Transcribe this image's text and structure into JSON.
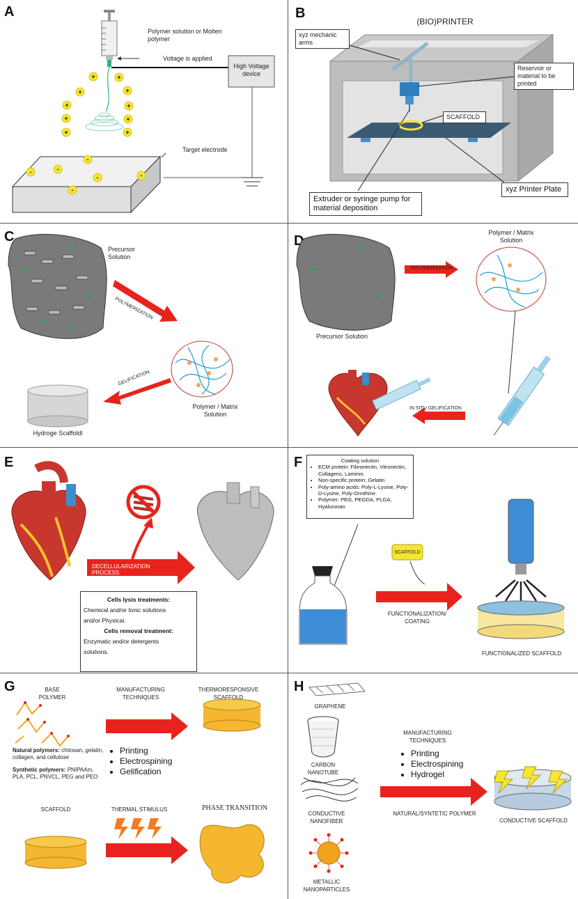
{
  "panels": {
    "a": {
      "label": "A",
      "syringe_label": "Polymer solution or Molten polymer",
      "voltage_label": "Voltage is applied",
      "hv_device": "High Voltage device",
      "target_label": "Target electrode",
      "plus": "+",
      "minus": "-"
    },
    "b": {
      "label": "B",
      "title": "(BIO)PRINTER",
      "arms_label": "xyz mechanic arms",
      "reservoir_label": "Reservoir or material to be printed",
      "scaffold_label": "SCAFFOLD",
      "extruder_label": "Extruder or syringe pump for material deposition",
      "plate_label": "xyz Printer Plate"
    },
    "c": {
      "label": "C",
      "precursor": "Precursor Solution",
      "polymerization": "POLYMERIZATION",
      "gelification": "GELIFICATION",
      "matrix": "Polymer / Matrix Solution",
      "hydrogel": "Hydroge Scaffoldl"
    },
    "d": {
      "label": "D",
      "matrix": "Polymer / Matrix Solution",
      "polymerization": "POLYMERIZATION",
      "precursor": "Precursor Solution",
      "insitu": "IN SITU GELIFICATION"
    },
    "e": {
      "label": "E",
      "process": "DECELLULARIZATION PROCESS",
      "lysis_title": "Cells lysis treatments:",
      "lysis_text1": "Chemical and/or Ionic solutions",
      "lysis_text2": "and/or Physical.",
      "removal_title": "Cells removal treatment:",
      "removal_text1": "Enzymatic and/or detergents",
      "removal_text2": "solutions."
    },
    "f": {
      "label": "F",
      "coating_title": "Coating solution",
      "coating_items": [
        "ECM protein: Fibronectin, Vitronectin, Collagens, Laminin.",
        "Non-specific protein: Gelatin",
        "Poly-amino acids: Poly-L-Lysine, Poly-D-Lysine, Poly-Ornithine.",
        "Polymer: PEG, PEGDA, PLGA, Hyaluronan"
      ],
      "scaffold": "SCAFFOLD",
      "functionalization": "FUNCTIONALIZATION/ COATING",
      "functionalized": "FUNCTIONALIZED SCAFFOLD"
    },
    "g": {
      "label": "G",
      "base_polymer": "BASE POLYMER",
      "manufacturing": "MANUFACTURING TECHNIQUES",
      "thermoresponsive": "THERMORESPONSIVE SCAFFOLD",
      "techniques": [
        "Printing",
        "Electrospining",
        "Gelification"
      ],
      "natural_title": "Natural polymers:",
      "natural_text": "chitosan, gelatin, collagen, and cellulose",
      "synthetic_title": "Synthetic polymers:",
      "synthetic_text": "PNIPAAm, PLA, PCL, PNVCL, PEG and PEO",
      "scaffold": "SCAFFOLD",
      "thermal": "THERMAL STIMULUS",
      "phase": "PHASE TRANSITION"
    },
    "h": {
      "label": "H",
      "graphene": "GRAPHENE",
      "nanotube": "CARBON NANOTUBE",
      "nanofiber": "CONDUCTIVE NANOFIBER",
      "metallic": "METALLIC NANOPARTICLES",
      "manufacturing": "MANUFACTURING TECHNIQUES",
      "techniques": [
        "Printing",
        "Electrospining",
        "Hydrogel"
      ],
      "natsyn": "NATURAL/SYNTETIC POLYMER",
      "conductive": "CONDUCTIVE SCAFFOLD"
    }
  },
  "colors": {
    "arrow": "#e8231d",
    "yellow": "#f5e632",
    "blue": "#2f7fc1",
    "grey_block": "#d9d9d9",
    "heart": "#c8372d"
  }
}
